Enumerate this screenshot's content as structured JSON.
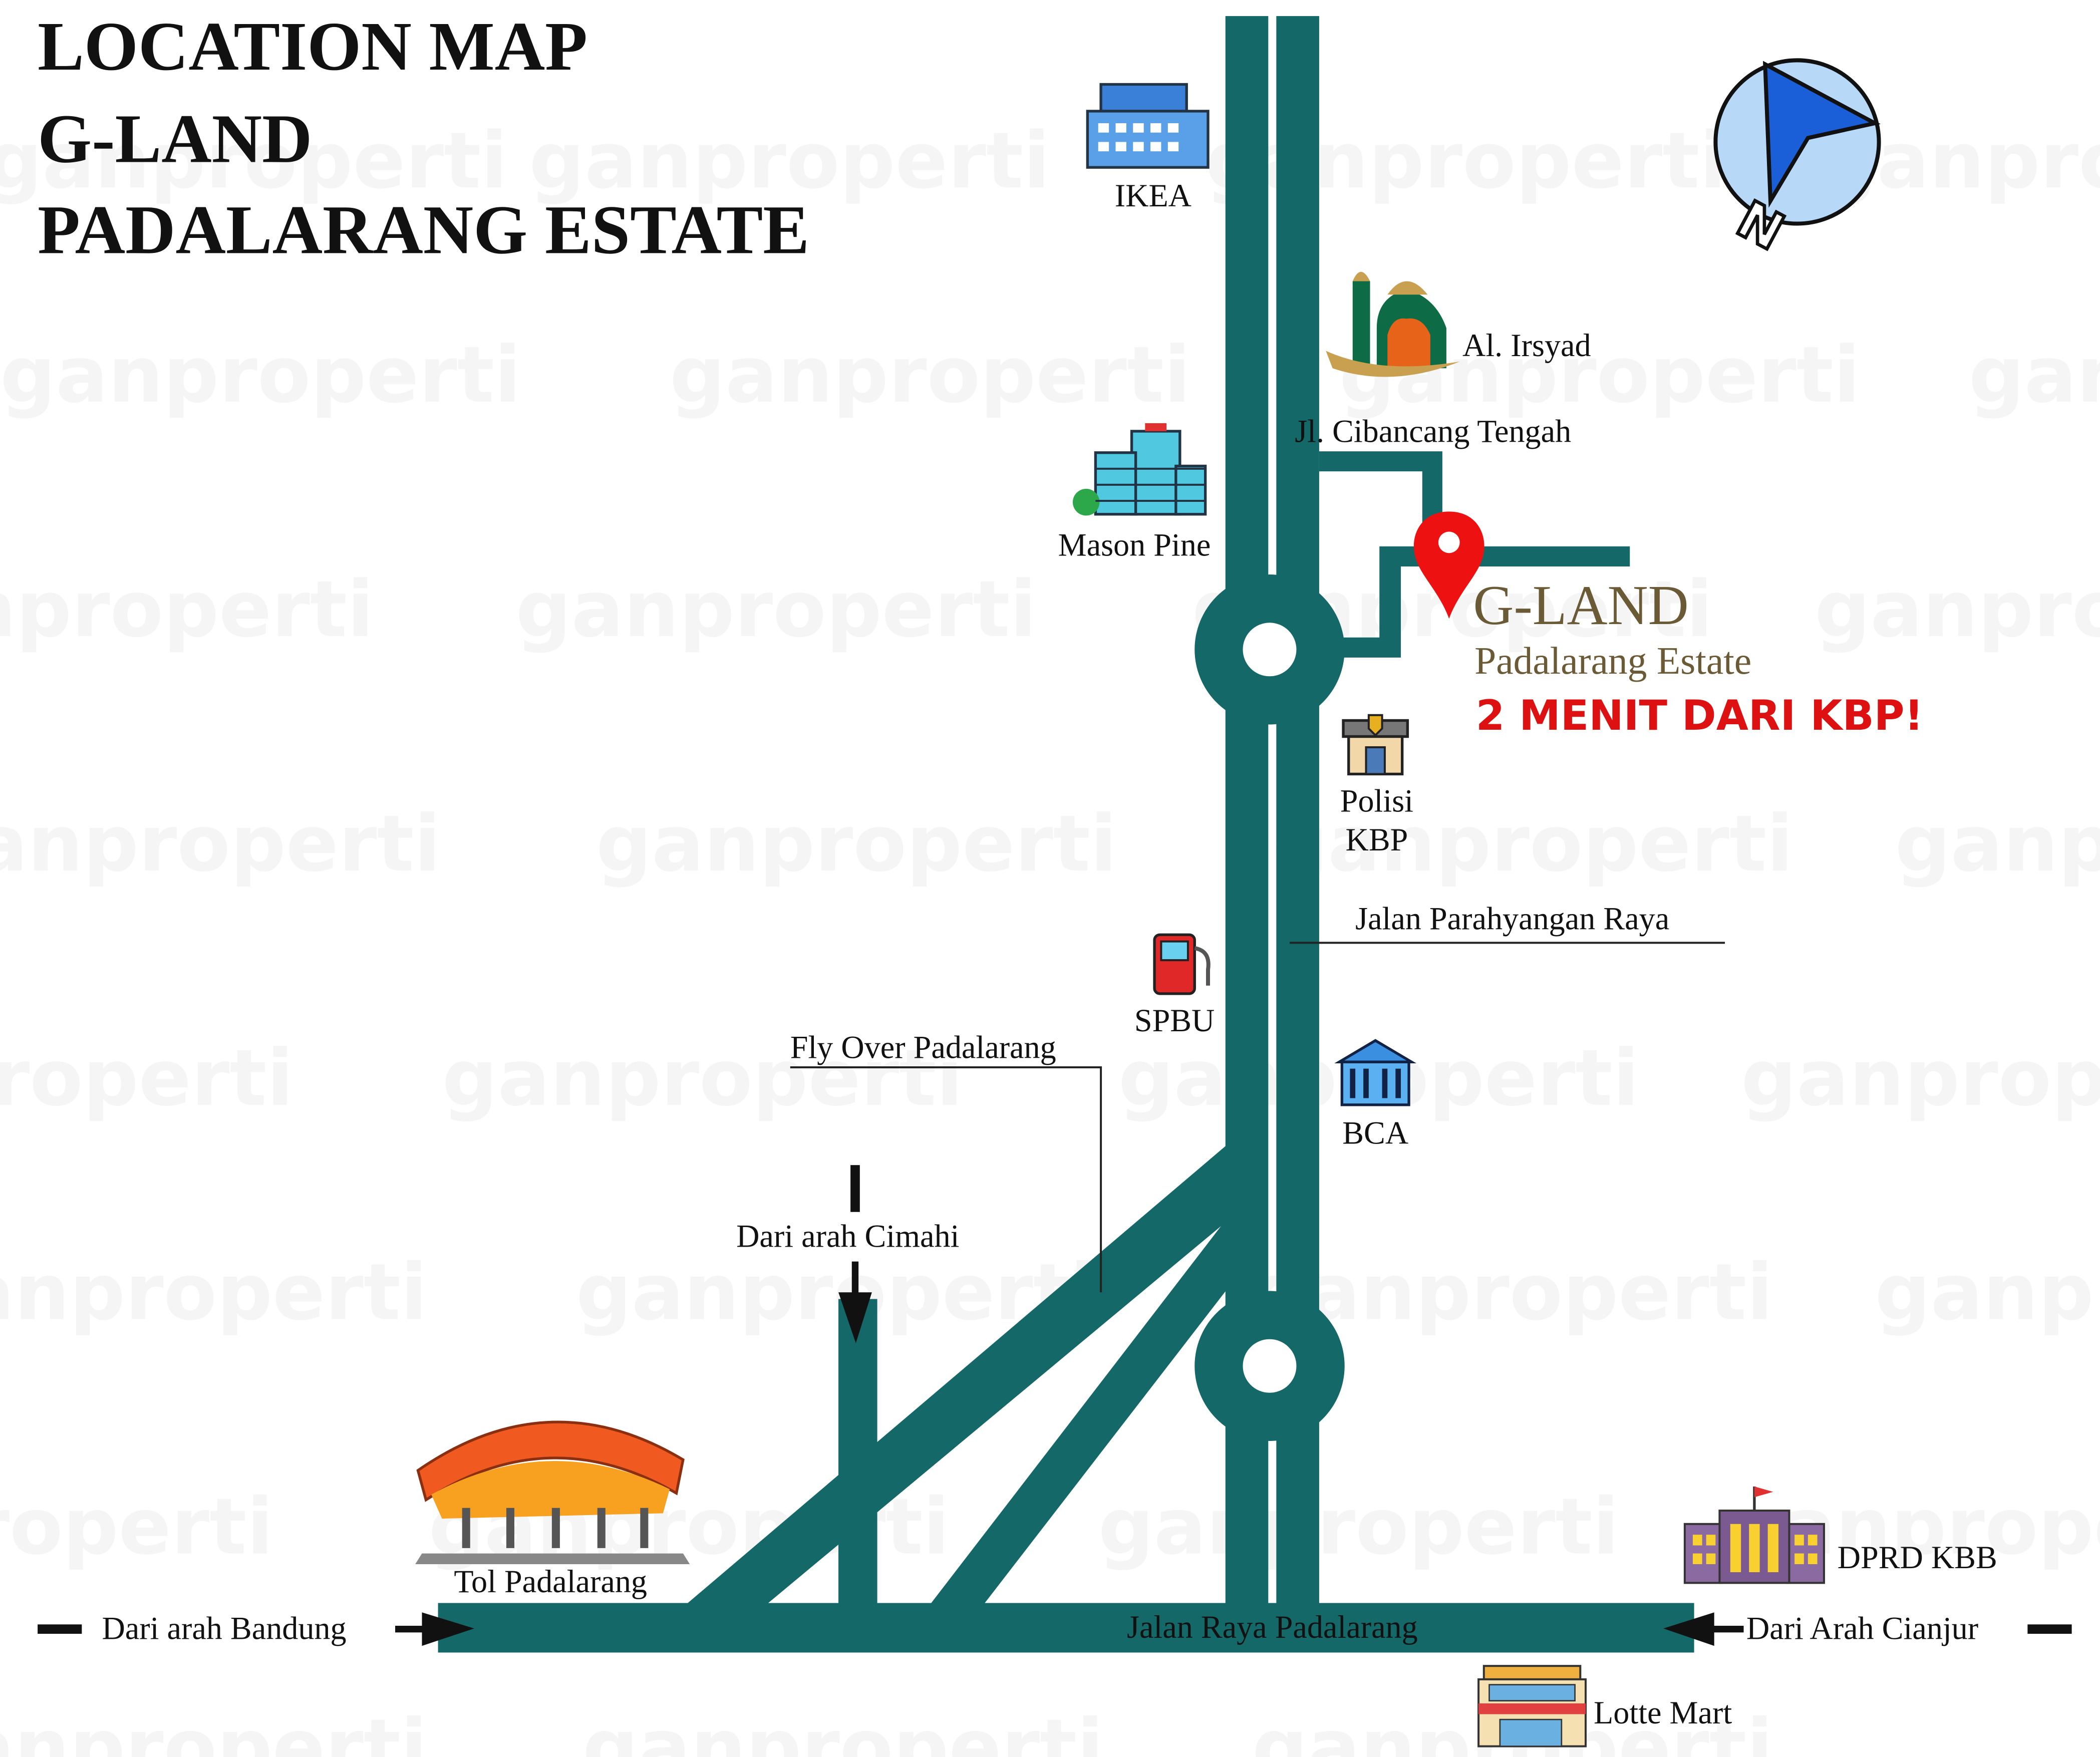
{
  "title": {
    "line1": "LOCATION MAP",
    "line2": "G-LAND",
    "line3": "PADALARANG ESTATE"
  },
  "watermark": "ganproperti",
  "colors": {
    "road": "#156868",
    "pin": "#ee1111",
    "brand": "#6b5a36",
    "highlight": "#dd1111",
    "compass": "#b8d8f8"
  },
  "compass": {
    "label": "N",
    "icon": "compass-north-icon"
  },
  "destination": {
    "name": "G-LAND",
    "subtitle": "Padalarang Estate",
    "tagline": "2 MENIT DARI KBP!",
    "icon": "map-pin-icon"
  },
  "roads": {
    "cibancang": "Jl. Cibancang Tengah",
    "parahyangan": "Jalan Parahyangan Raya",
    "flyover": "Fly Over Padalarang",
    "raya_padalarang": "Jalan Raya Padalarang"
  },
  "directions": {
    "cimahi": "Dari arah Cimahi",
    "bandung": "Dari arah Bandung",
    "cianjur": "Dari Arah Cianjur"
  },
  "landmarks": [
    {
      "name": "IKEA",
      "icon": "store-building-icon"
    },
    {
      "name": "Al. Irsyad",
      "icon": "mosque-icon"
    },
    {
      "name": "Mason Pine",
      "icon": "hotel-icon"
    },
    {
      "name": "Polisi KBP",
      "line1": "Polisi",
      "line2": "KBP",
      "icon": "police-station-icon"
    },
    {
      "name": "SPBU",
      "icon": "gas-pump-icon"
    },
    {
      "name": "BCA",
      "icon": "bank-icon"
    },
    {
      "name": "Tol Padalarang",
      "icon": "toll-gate-icon"
    },
    {
      "name": "DPRD KBB",
      "icon": "government-building-icon"
    },
    {
      "name": "Lotte Mart",
      "icon": "supermarket-icon"
    }
  ]
}
